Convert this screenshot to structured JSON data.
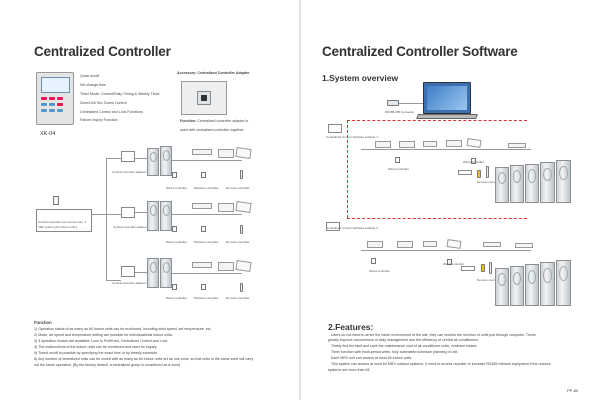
{
  "left": {
    "title": "Centralized Controller",
    "model": "XK-04",
    "functions": [
      "Quick on/off",
      "Set change time",
      "Timer Mode: Current/Daily Timing & Weekly Timer",
      "Zone/Unit Sec Zoned Control",
      "Centralized Control and Lock Functions",
      "Failure Inquiry Function"
    ],
    "adapter_title": "Accessory: Centralized Controller Adapter",
    "adapter_function_label": "Function:",
    "adapter_function_text": "Centralized controller adaptor is",
    "adapter_function_text2": "used with centralized controller together.",
    "adapter_label": "Central controller adaptor cable",
    "central_control_label": "Central controller",
    "central_control_note": "Central controller can control max. 4",
    "central_control_note2": "VRF system    (64 indoor units)",
    "wired": "Wired controller",
    "wireless": "Wireless controller",
    "remote": "Remote controller",
    "function_title": "Function",
    "function_lines": [
      "1) Operation status of as many as 64 indoor units can be monitored, including wind speed, set temperature, etc.",
      "2) Mode, air speed and temperature setting are possible for individual/total indoor units.",
      "3) 3 operation modes are available: Lock to Preferred, Centralized Control and Lock.",
      "4) The malfunctions of the indoor units can be monitored and used for inquiry.",
      "5) Timed on/off is possible by specifying the exact time or by weekly schedule.",
      "6) Any number of centralized units can be zoned with as many as 64 indoor units set as one zone, so that units in the same zone will carry",
      "out the same operation. (By the factory default, a centralized group is considered as a zone)"
    ]
  },
  "right": {
    "title": "Centralized Controller Software",
    "overview_title": "1.System overview",
    "converter_label": "RS485-485 Converter",
    "cc_adapter1": "Centralized Control Software Adapter 1",
    "cc_adapter2": "Centralized Control Software Adapter 2",
    "wired": "Wired controller",
    "remote": "Remote controller",
    "wireless": "Wireless controller",
    "features_title": "2.Features:",
    "features_lines": [
      "Users do not need to arrive the harsh environment of the site, they can monitor the function of units just through computer. These",
      "greatly improve convenience of daily management and the efficiency of central air conditioners.",
      "Timely find the fault and save the maintenance cost of air conditioner units, minimize losses.",
      "Timer function with multi-period week, fully automated schedule planning of unit.",
      "Each MRV unit can access at most 64 indoor units.",
      "This system can access at most 64 MRV outdoor systems. It need to access repeater to increase RS485 network equipment if the outdoor",
      "systems are more than 64."
    ],
    "page_number": "PP-80"
  }
}
